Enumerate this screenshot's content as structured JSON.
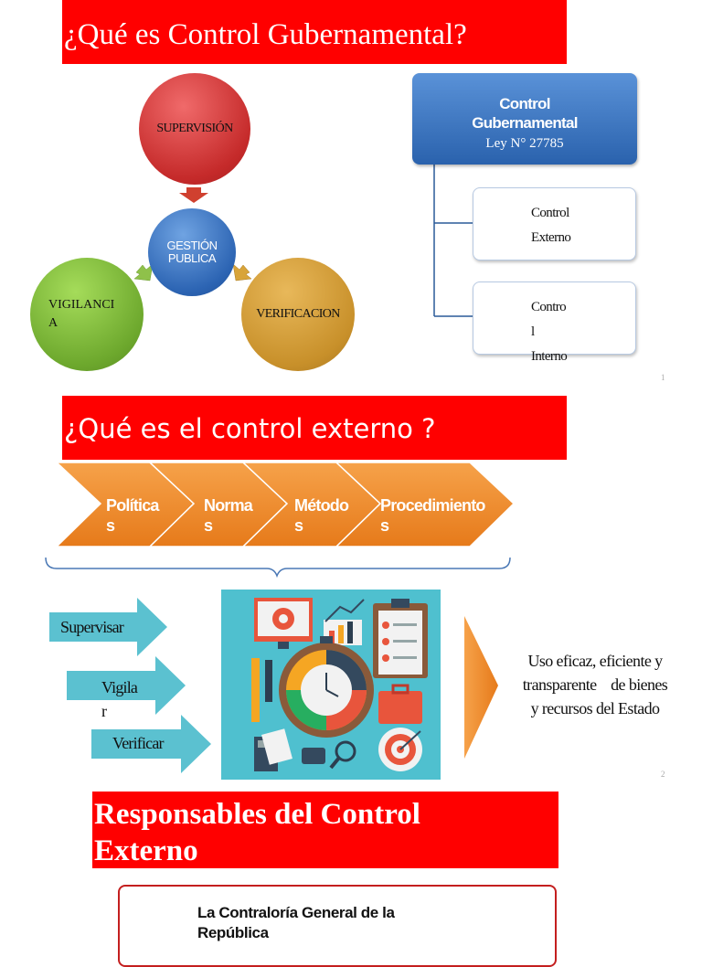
{
  "slide1": {
    "title": "¿Qué es Control Gubernamental?",
    "circles": {
      "supervision": "SUPERVISIÓN",
      "gestion_line1": "GESTIÓN",
      "gestion_line2": "PUBLICA",
      "vigilancia_line1": "VIGILANCI",
      "vigilancia_line2": "A",
      "verificacion": "VERIFICACION"
    },
    "org": {
      "top_line1": "Control",
      "top_line2": "Gubernamental",
      "law": "Ley N° 27785",
      "external_line1": "Control",
      "external_line2": "Externo",
      "internal_line1": "Contro",
      "internal_line2": "l",
      "internal_line3": "Interno"
    },
    "page_number": "1"
  },
  "slide2": {
    "title": "¿Qué es el control externo ?",
    "chevrons": [
      {
        "line1": "Política",
        "line2": "s"
      },
      {
        "line1": "Norma",
        "line2": "s"
      },
      {
        "line1": "Método",
        "line2": "s"
      },
      {
        "line1": "Procedimiento",
        "line2": "s"
      }
    ],
    "actions": {
      "supervisar": "Supervisar",
      "vigilar_line1": "Vigila",
      "vigilar_line2": "r",
      "verificar": "Verificar"
    },
    "result_line1": "Uso eficaz, eficiente y",
    "result_line2": "transparente    de bienes",
    "result_line3": "y recursos del Estado",
    "page_number": "2"
  },
  "slide3": {
    "title_line1": "Responsables del Control",
    "title_line2": "Externo",
    "box_line1": "La Contraloría General de la",
    "box_line2": "República"
  },
  "colors": {
    "banner": "#ff0000",
    "blue": "#2a62ad",
    "orange": "#f08a24",
    "cyan": "#5bc1d0"
  }
}
